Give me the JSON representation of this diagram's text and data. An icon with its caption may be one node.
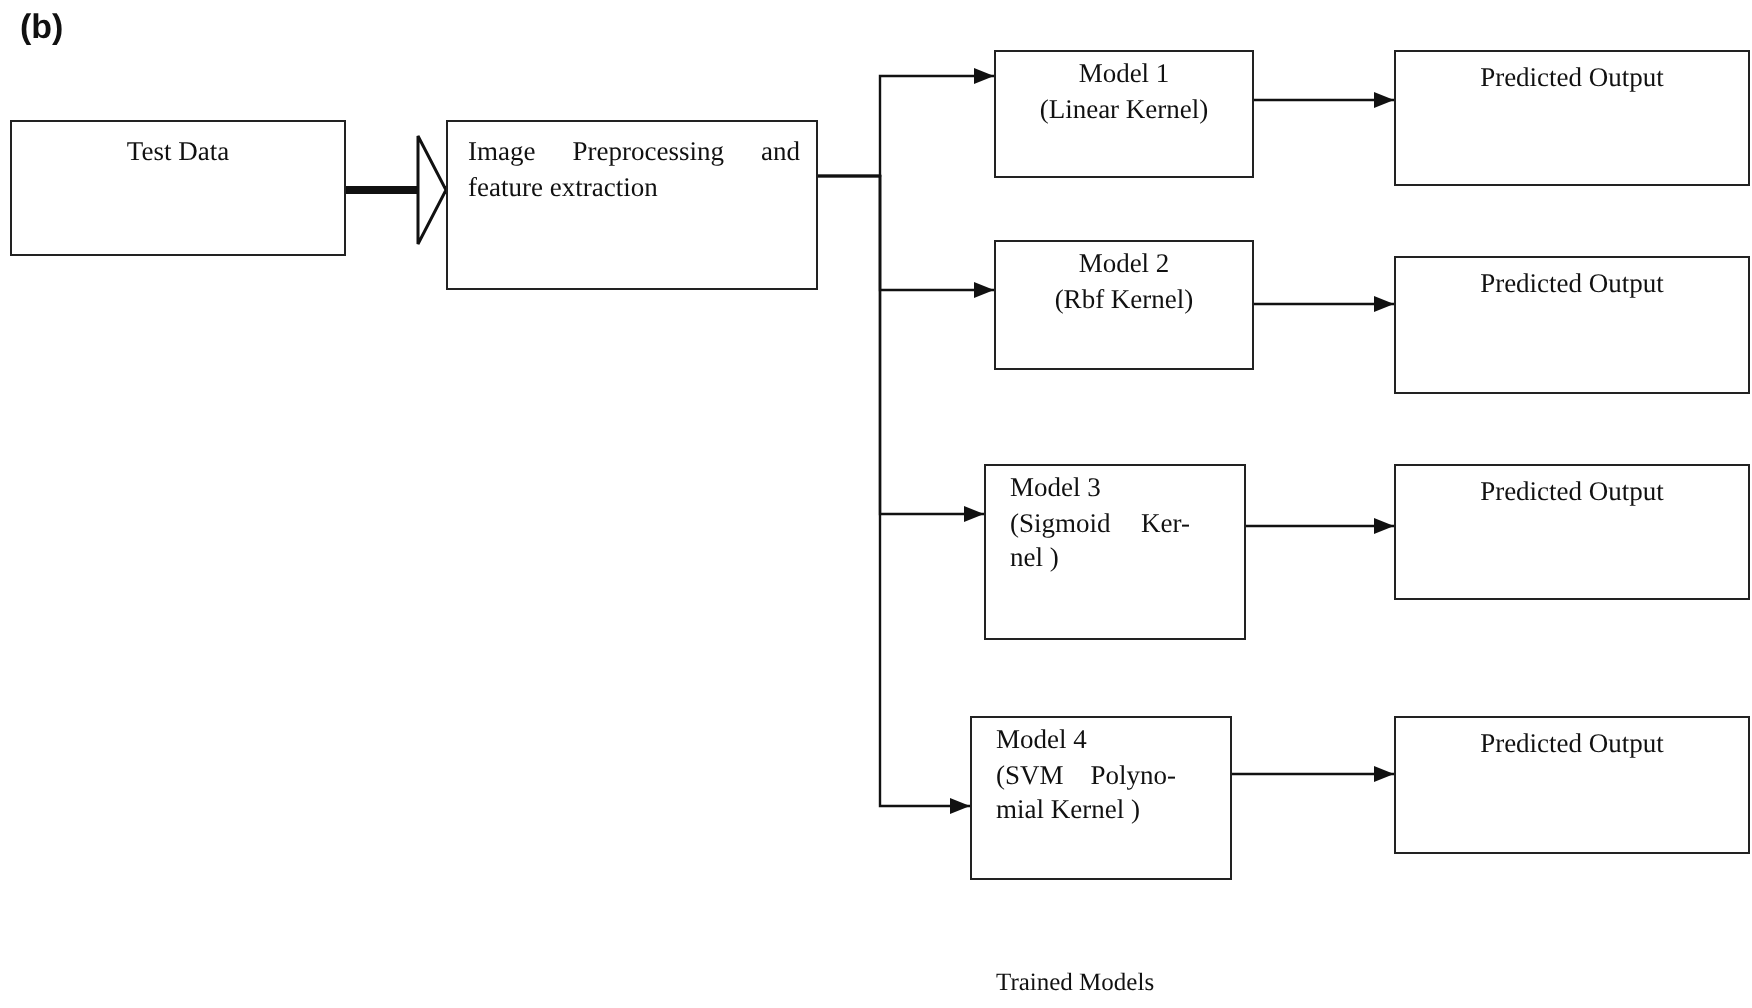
{
  "diagram": {
    "nodes": [
      {
        "text": [
          "Test Data"
        ]
      },
      {
        "text": [
          "Image Preprocessing and feature extraction"
        ]
      },
      {
        "text": [
          "Model 1",
          "(Linear Kernel)"
        ]
      },
      {
        "text": [
          "Model 2",
          "(Rbf Kernel)"
        ]
      },
      {
        "text": [
          "Model 3",
          "(Sigmoid Ker- nel )"
        ]
      },
      {
        "text": [
          "Model 4",
          "(SVM Polyno- mial Kernel )"
        ]
      },
      {
        "text": [
          "Predicted Output"
        ]
      },
      {
        "text": [
          "Predicted Output"
        ]
      },
      {
        "text": [
          "Predicted Output"
        ]
      },
      {
        "text": [
          "Predicted Output"
        ]
      }
    ],
    "edges": [
      {
        "from": 0,
        "to": 1,
        "arrow": "to",
        "style": "thick"
      },
      {
        "from": 1,
        "to": 2,
        "arrow": "to"
      },
      {
        "from": 1,
        "to": 3,
        "arrow": "to"
      },
      {
        "from": 1,
        "to": 4,
        "arrow": "to"
      },
      {
        "from": 1,
        "to": 5,
        "arrow": "to"
      },
      {
        "from": 2,
        "to": 6,
        "arrow": "to"
      },
      {
        "from": 3,
        "to": 7,
        "arrow": "to"
      },
      {
        "from": 4,
        "to": 8,
        "arrow": "to"
      },
      {
        "from": 5,
        "to": 9,
        "arrow": "to"
      }
    ],
    "labels": [
      "(b)",
      "Trained Models"
    ]
  }
}
